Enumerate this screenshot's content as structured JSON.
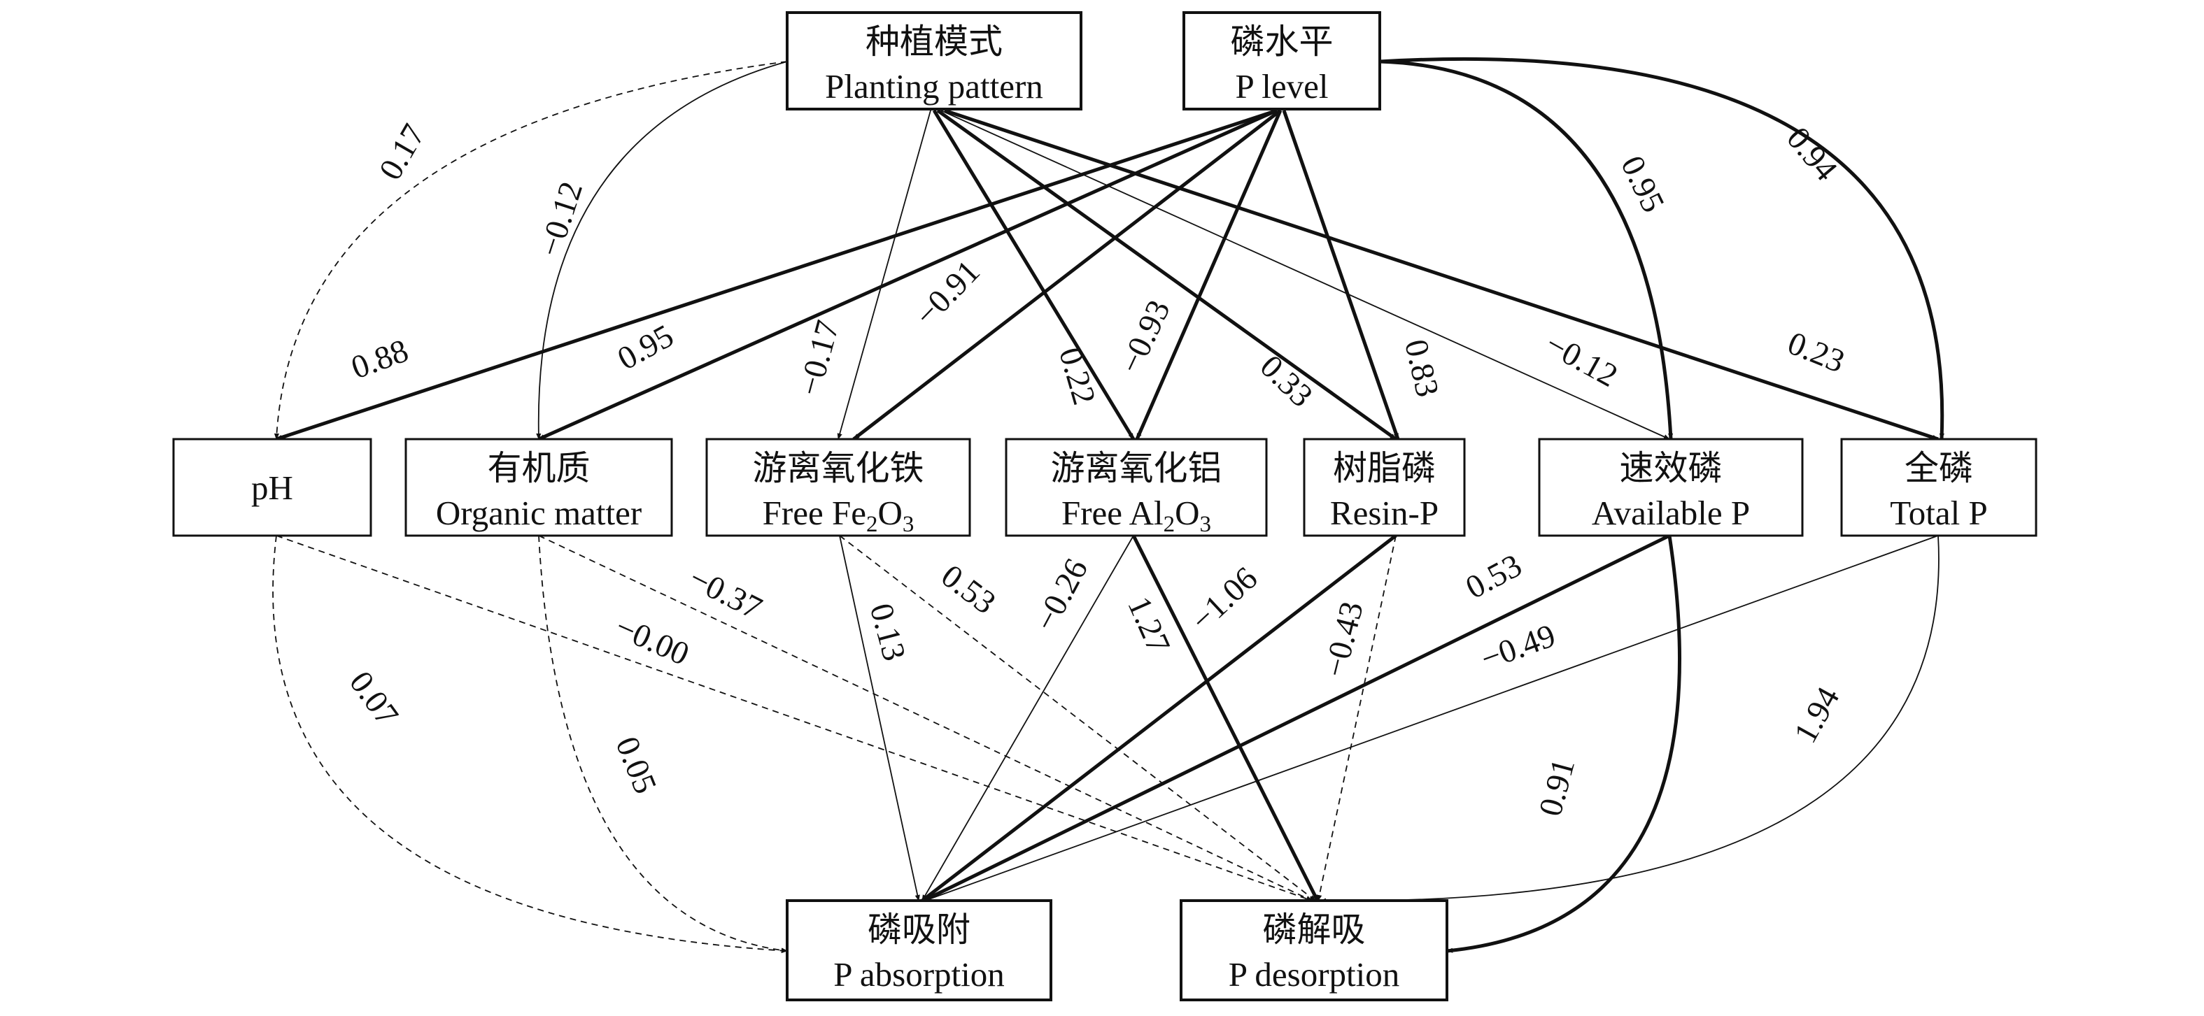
{
  "nodes": [
    {
      "id": "planting",
      "zh": "种植模式",
      "en": "Planting pattern"
    },
    {
      "id": "plevel",
      "zh": "磷水平",
      "en": "P level"
    },
    {
      "id": "ph",
      "zh": "",
      "en": "pH"
    },
    {
      "id": "om",
      "zh": "有机质",
      "en": "Organic matter"
    },
    {
      "id": "fe",
      "zh": "游离氧化铁",
      "en": "Free Fe",
      "sub": [
        [
          "2",
          "O"
        ],
        [
          "3",
          ""
        ]
      ]
    },
    {
      "id": "al",
      "zh": "游离氧化铝",
      "en": "Free Al",
      "sub": [
        [
          "2",
          "O"
        ],
        [
          "3",
          ""
        ]
      ]
    },
    {
      "id": "resin",
      "zh": "树脂磷",
      "en": "Resin-P"
    },
    {
      "id": "avail",
      "zh": "速效磷",
      "en": "Available P"
    },
    {
      "id": "total",
      "zh": "全磷",
      "en": "Total P"
    },
    {
      "id": "absorb",
      "zh": "磷吸附",
      "en": "P absorption"
    },
    {
      "id": "desorb",
      "zh": "磷解吸",
      "en": "P desorption"
    }
  ],
  "edges": [
    {
      "from": "planting",
      "to": "ph",
      "coef": "0.17",
      "style": "dashed",
      "weight": "thin"
    },
    {
      "from": "planting",
      "to": "om",
      "coef": "−0.12",
      "style": "solid",
      "weight": "thin"
    },
    {
      "from": "planting",
      "to": "fe",
      "coef": "−0.17",
      "style": "solid",
      "weight": "thin"
    },
    {
      "from": "planting",
      "to": "al",
      "coef": "0.22",
      "style": "solid",
      "weight": "thick"
    },
    {
      "from": "planting",
      "to": "resin",
      "coef": "0.33",
      "style": "solid",
      "weight": "thick"
    },
    {
      "from": "planting",
      "to": "avail",
      "coef": "−0.12",
      "style": "solid",
      "weight": "thin"
    },
    {
      "from": "planting",
      "to": "total",
      "coef": "0.23",
      "style": "solid",
      "weight": "thick"
    },
    {
      "from": "plevel",
      "to": "ph",
      "coef": "0.88",
      "style": "solid",
      "weight": "thick"
    },
    {
      "from": "plevel",
      "to": "om",
      "coef": "0.95",
      "style": "solid",
      "weight": "thick"
    },
    {
      "from": "plevel",
      "to": "fe",
      "coef": "−0.91",
      "style": "solid",
      "weight": "thick"
    },
    {
      "from": "plevel",
      "to": "al",
      "coef": "−0.93",
      "style": "solid",
      "weight": "thick"
    },
    {
      "from": "plevel",
      "to": "resin",
      "coef": "0.83",
      "style": "solid",
      "weight": "thick"
    },
    {
      "from": "plevel",
      "to": "avail",
      "coef": "0.95",
      "style": "solid",
      "weight": "thick"
    },
    {
      "from": "plevel",
      "to": "total",
      "coef": "0.94",
      "style": "solid",
      "weight": "thick"
    },
    {
      "from": "ph",
      "to": "absorb",
      "coef": "0.07",
      "style": "dashed",
      "weight": "thin"
    },
    {
      "from": "ph",
      "to": "desorb",
      "coef": "−0.00",
      "style": "dashed",
      "weight": "thin"
    },
    {
      "from": "om",
      "to": "absorb",
      "coef": "0.05",
      "style": "dashed",
      "weight": "thin"
    },
    {
      "from": "om",
      "to": "desorb",
      "coef": "−0.37",
      "style": "dashed",
      "weight": "thin"
    },
    {
      "from": "fe",
      "to": "absorb",
      "coef": "0.13",
      "style": "solid",
      "weight": "thin"
    },
    {
      "from": "fe",
      "to": "desorb",
      "coef": "0.53",
      "style": "dashed",
      "weight": "thin"
    },
    {
      "from": "al",
      "to": "absorb",
      "coef": "−0.26",
      "style": "solid",
      "weight": "thin"
    },
    {
      "from": "al",
      "to": "desorb",
      "coef": "1.27",
      "style": "solid",
      "weight": "thick"
    },
    {
      "from": "resin",
      "to": "absorb",
      "coef": "−1.06",
      "style": "solid",
      "weight": "thick"
    },
    {
      "from": "resin",
      "to": "desorb",
      "coef": "−0.43",
      "style": "dashed",
      "weight": "thin"
    },
    {
      "from": "avail",
      "to": "absorb",
      "coef": "0.53",
      "style": "solid",
      "weight": "thick"
    },
    {
      "from": "avail",
      "to": "desorb",
      "coef": "0.91",
      "style": "solid",
      "weight": "thick"
    },
    {
      "from": "total",
      "to": "absorb",
      "coef": "−0.49",
      "style": "solid",
      "weight": "thin"
    },
    {
      "from": "total",
      "to": "desorb",
      "coef": "1.94",
      "style": "solid",
      "weight": "thin"
    }
  ]
}
